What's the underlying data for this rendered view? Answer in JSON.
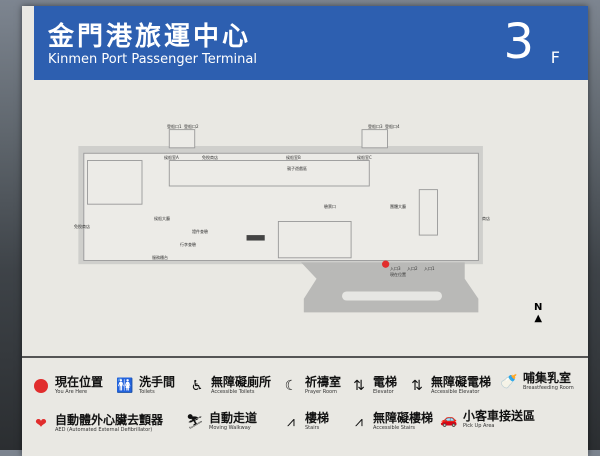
{
  "header": {
    "title": "金門港旅運中心",
    "subtitle": "Kinmen Port Passenger Terminal",
    "floor": "3",
    "floor_unit": "F"
  },
  "map": {
    "labels": [
      "登船口1",
      "登船口2",
      "登船口3",
      "登船口4",
      "候船室A",
      "免稅商店",
      "候船室B",
      "候船室C",
      "親子遊戲區",
      "候船大廳",
      "行李查驗",
      "證件查驗",
      "免稅商店",
      "服務櫃台",
      "驗票口",
      "團體大廳",
      "商店",
      "入口1",
      "入口2",
      "入口3",
      "現在位置"
    ],
    "north": "N"
  },
  "legend": [
    {
      "zh": "現在位置",
      "en": "You Are Here",
      "icon": "you-are-here"
    },
    {
      "zh": "洗手間",
      "en": "Toilets",
      "icon": "toilet"
    },
    {
      "zh": "無障礙廁所",
      "en": "Accessible Toilets",
      "icon": "wheelchair"
    },
    {
      "zh": "祈禱室",
      "en": "Prayer Room",
      "icon": "prayer"
    },
    {
      "zh": "電梯",
      "en": "Elevator",
      "icon": "elevator"
    },
    {
      "zh": "無障礙電梯",
      "en": "Accessible Elevator",
      "icon": "accessible-elevator"
    },
    {
      "zh": "哺集乳室",
      "en": "Breastfeeding Room",
      "icon": "bottle"
    },
    {
      "zh": "自動體外心臟去顫器",
      "en": "AED (Automated External Defibrillator)",
      "icon": "aed"
    },
    {
      "zh": "自動走道",
      "en": "Moving Walkway",
      "icon": "walkway"
    },
    {
      "zh": "樓梯",
      "en": "Stairs",
      "icon": "stairs"
    },
    {
      "zh": "無障礙樓梯",
      "en": "Accessible Stairs",
      "icon": "accessible-stairs"
    },
    {
      "zh": "小客車接送區",
      "en": "Pick Up Area",
      "icon": "car"
    }
  ]
}
